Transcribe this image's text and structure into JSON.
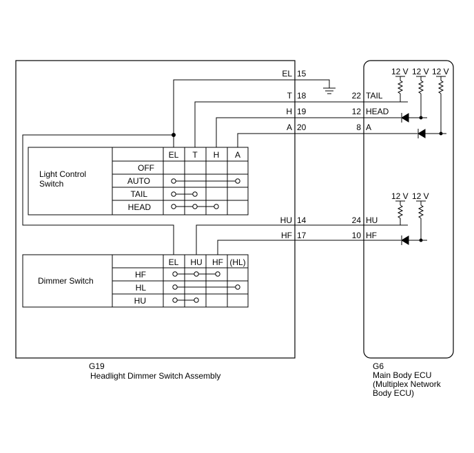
{
  "assembly": {
    "code": "G19",
    "name": "Headlight Dimmer Switch Assembly"
  },
  "ecu": {
    "code": "G6",
    "name_line1": "Main Body ECU",
    "name_line2": "(Multiplex Network",
    "name_line3": "Body ECU)"
  },
  "light_switch": {
    "title_line1": "Light Control",
    "title_line2": "Switch",
    "columns": [
      "EL",
      "T",
      "H",
      "A"
    ],
    "rows": [
      "OFF",
      "AUTO",
      "TAIL",
      "HEAD"
    ]
  },
  "dimmer_switch": {
    "title": "Dimmer Switch",
    "columns": [
      "EL",
      "HU",
      "HF",
      "(HL)"
    ],
    "rows": [
      "HF",
      "HL",
      "HU"
    ]
  },
  "left_pins": [
    {
      "name": "EL",
      "pin": "15"
    },
    {
      "name": "T",
      "pin": "18"
    },
    {
      "name": "H",
      "pin": "19"
    },
    {
      "name": "A",
      "pin": "20"
    },
    {
      "name": "HU",
      "pin": "14"
    },
    {
      "name": "HF",
      "pin": "17"
    }
  ],
  "right_pins": [
    {
      "pin": "22",
      "name": "TAIL"
    },
    {
      "pin": "12",
      "name": "HEAD"
    },
    {
      "pin": "8",
      "name": "A"
    },
    {
      "pin": "24",
      "name": "HU"
    },
    {
      "pin": "10",
      "name": "HF"
    }
  ],
  "supply_label": "12 V"
}
